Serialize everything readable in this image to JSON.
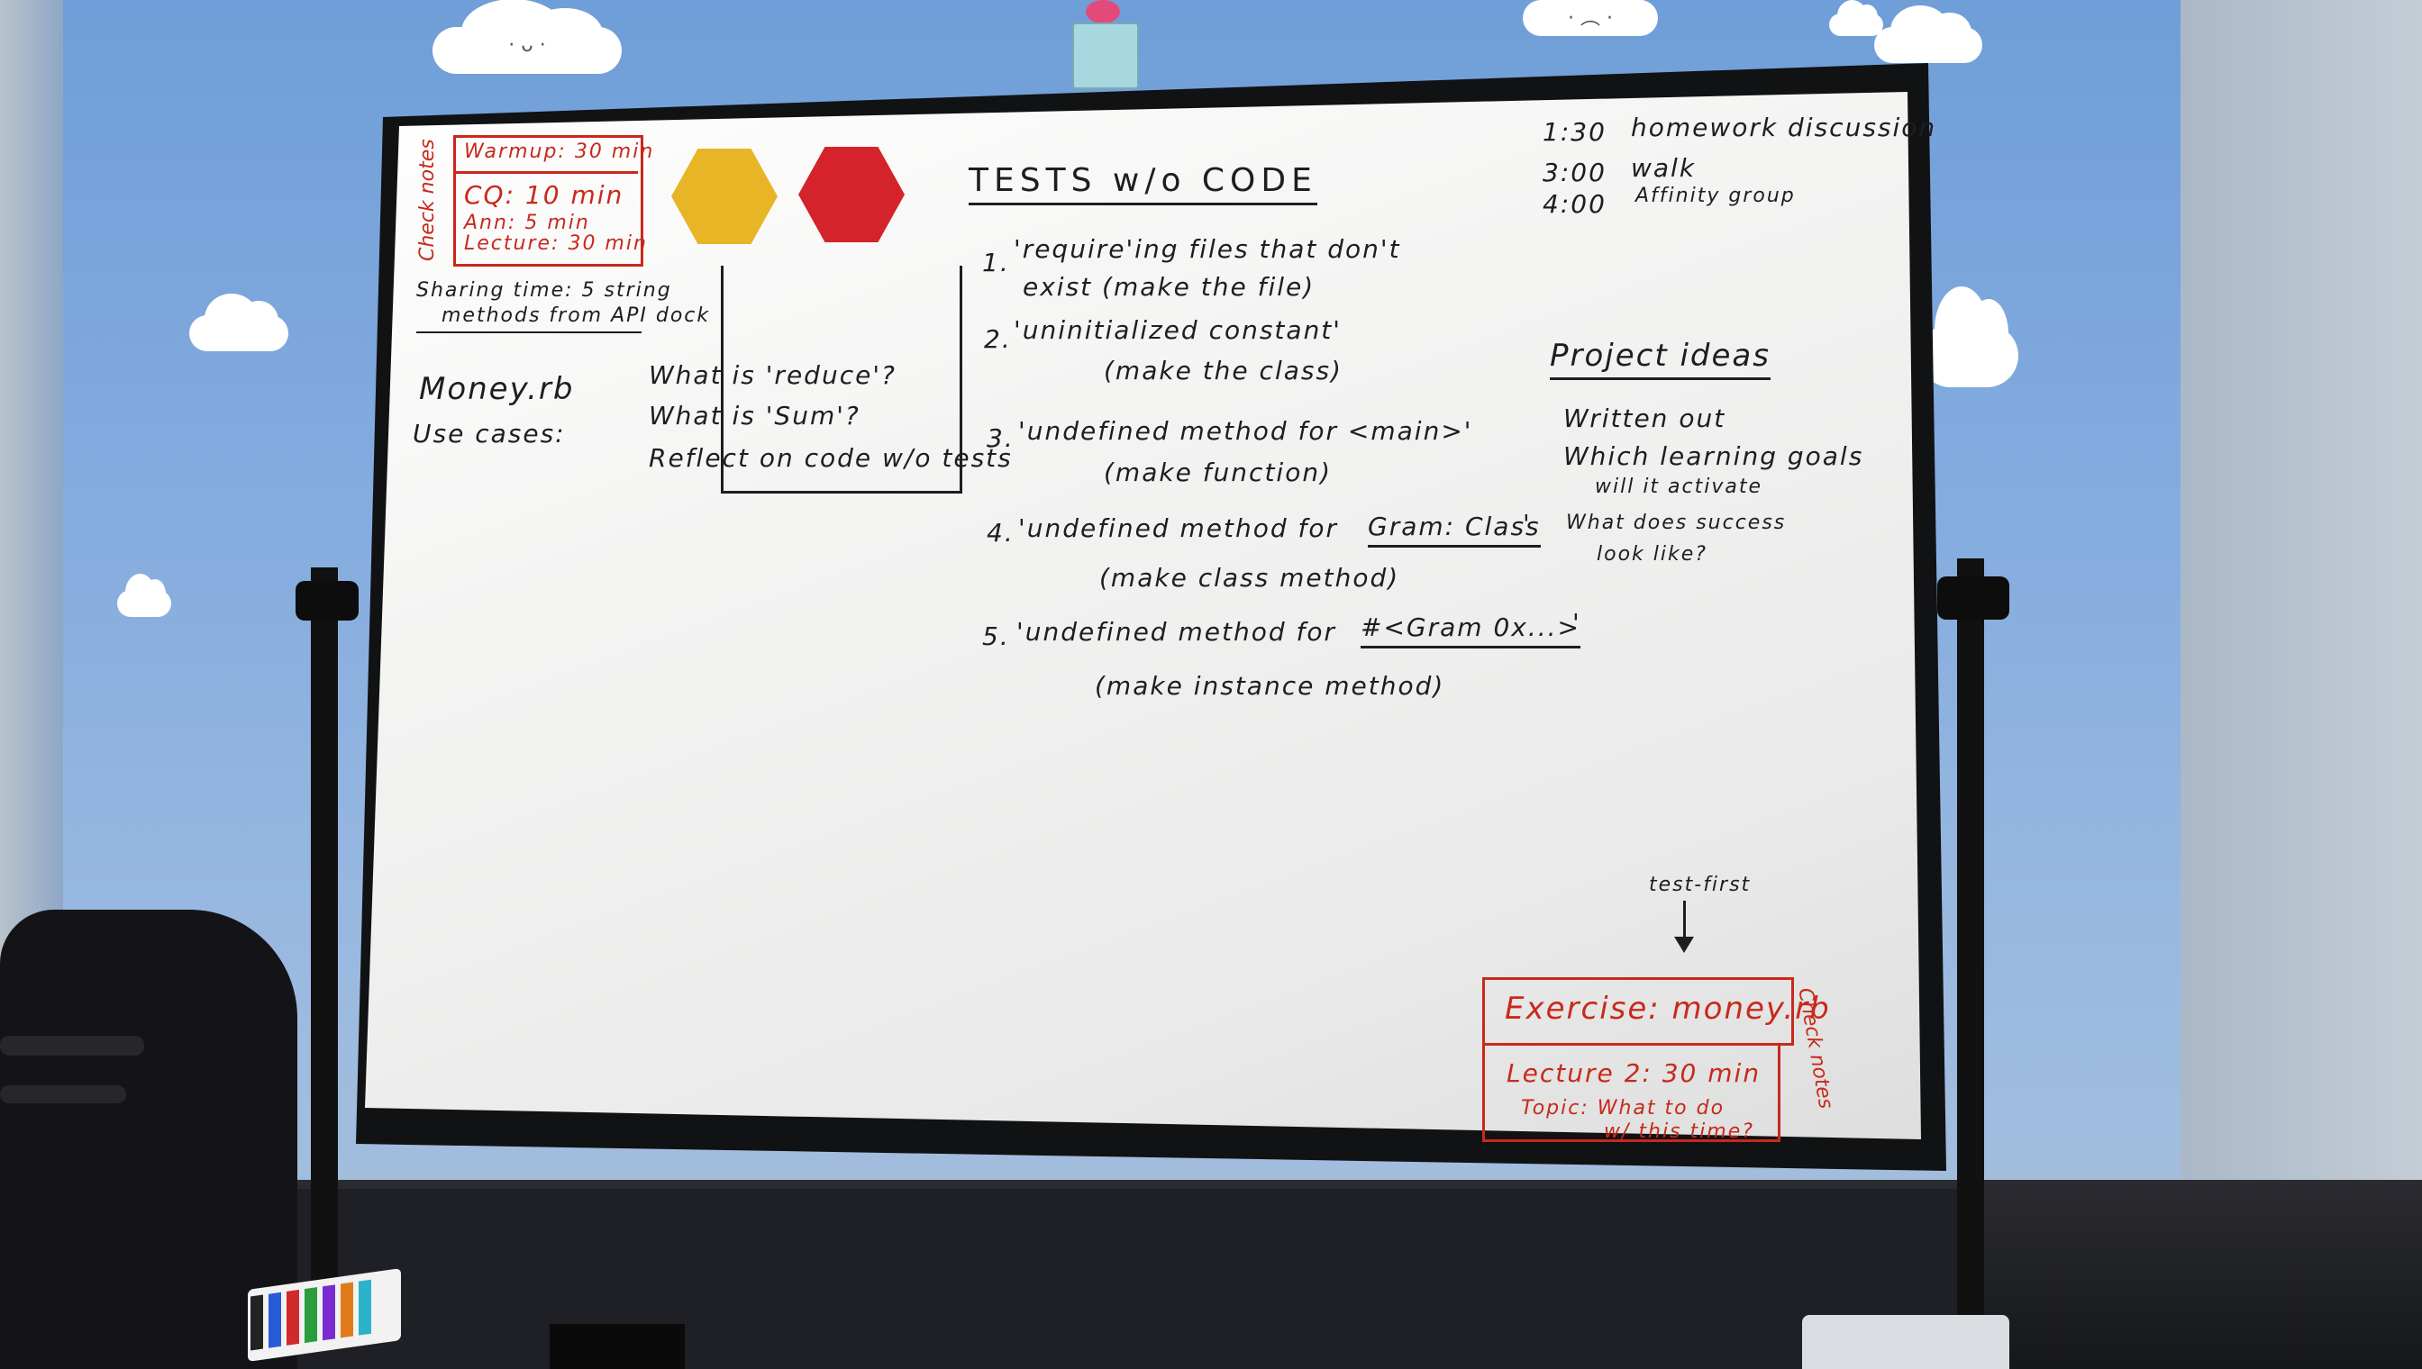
{
  "cloud_faces": {
    "left": "· ᴗ ·",
    "right": "· ︵ ·"
  },
  "whiteboard": {
    "agenda_box": {
      "side_label": "Check notes",
      "warmup": "Warmup: 30 min",
      "cq": "CQ: 10 min",
      "ann": "Ann: 5 min",
      "lecture": "Lecture: 30 min"
    },
    "sharing_time": {
      "line1": "Sharing time: 5 string",
      "line2": "methods from API dock"
    },
    "money": {
      "title": "Money.rb",
      "use_cases": "Use cases:"
    },
    "questions": [
      "What is 'reduce'?",
      "What is 'Sum'?",
      "Reflect on code w/o tests"
    ],
    "tests_heading": "TESTS w/o CODE",
    "tests": [
      {
        "num": "1.",
        "line1": "'require'ing files that don't",
        "line2": "exist (make the file)"
      },
      {
        "num": "2.",
        "line1": "'uninitialized constant'",
        "line2": "(make the class)"
      },
      {
        "num": "3.",
        "line1": "'undefined method for <main>'",
        "line2": "(make function)"
      },
      {
        "num": "4.",
        "line1_a": "'undefined method for ",
        "line1_b": "Gram: Class",
        "line1_c": "'",
        "line2": "(make class method)"
      },
      {
        "num": "5.",
        "line1_a": "'undefined method for ",
        "line1_b": "#<Gram 0x...>",
        "line1_c": "'",
        "line2": "(make instance method)"
      }
    ],
    "schedule": [
      {
        "time": "1:30",
        "event": "homework discussion"
      },
      {
        "time": "3:00",
        "event": "walk"
      },
      {
        "time": "4:00",
        "event": "Affinity group"
      }
    ],
    "project_ideas": {
      "title": "Project ideas",
      "items": [
        "Written out",
        "Which learning goals",
        "will it activate",
        "What does success",
        "look like?"
      ]
    },
    "test_first": "test-first",
    "exercise_box": {
      "exercise": "Exercise: money.rb",
      "lecture2": "Lecture 2: 30 min",
      "topic": "Topic: What to do",
      "topic2": "w/ this time?",
      "side_label": "Check notes"
    }
  },
  "colors": {
    "marker_red": "#c8291b",
    "marker_black": "#1d1d22",
    "hex_yellow": "#e8b526",
    "hex_red": "#d4232a",
    "wall_blue": "#7ea6db"
  }
}
